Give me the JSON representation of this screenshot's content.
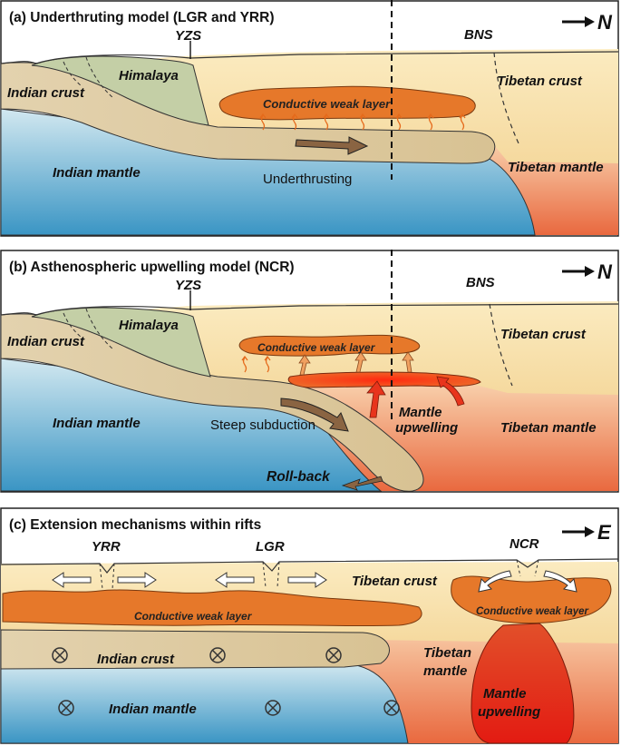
{
  "panel_a": {
    "title": "(a) Underthruting model (LGR and YRR)",
    "direction": "N",
    "yzs": "YZS",
    "bns": "BNS",
    "himalaya": "Himalaya",
    "indian_crust": "Indian crust",
    "tibetan_crust": "Tibetan crust",
    "weak_layer": "Conductive weak layer",
    "indian_mantle": "Indian mantle",
    "tibetan_mantle": "Tibetan mantle",
    "process": "Underthrusting"
  },
  "panel_b": {
    "title": "(b) Asthenospheric upwelling model (NCR)",
    "direction": "N",
    "yzs": "YZS",
    "bns": "BNS",
    "himalaya": "Himalaya",
    "indian_crust": "Indian crust",
    "tibetan_crust": "Tibetan crust",
    "weak_layer": "Conductive weak layer",
    "indian_mantle": "Indian mantle",
    "steep": "Steep subduction",
    "mantle_upwelling_1": "Mantle",
    "mantle_upwelling_2": "upwelling",
    "tibetan_mantle": "Tibetan mantle",
    "rollback": "Roll-back"
  },
  "panel_c": {
    "title": "(c) Extension mechanisms within rifts",
    "direction": "E",
    "yrr": "YRR",
    "lgr": "LGR",
    "ncr": "NCR",
    "tibetan_crust": "Tibetan crust",
    "weak_layer": "Conductive weak layer",
    "weak_layer_2": "Conductive weak layer",
    "indian_crust": "Indian crust",
    "tibetan_mantle_1": "Tibetan",
    "tibetan_mantle_2": "mantle",
    "indian_mantle": "Indian mantle",
    "mantle_upwelling_1": "Mantle",
    "mantle_upwelling_2": "upwelling"
  },
  "colors": {
    "sky": "#ffffff",
    "tibetan_crust": "#f7dea0",
    "indian_crust": "#e5d3a8",
    "himalaya": "#c4cfa6",
    "weak_layer": "#e6782a",
    "indian_mantle_top": "#c7e1ec",
    "indian_mantle_bottom": "#3a95c4",
    "tibetan_mantle_top": "#f7c9a0",
    "tibetan_mantle_bottom": "#e9693f",
    "upwelling": "#e8341c",
    "arrow_brown": "#8a6442"
  }
}
